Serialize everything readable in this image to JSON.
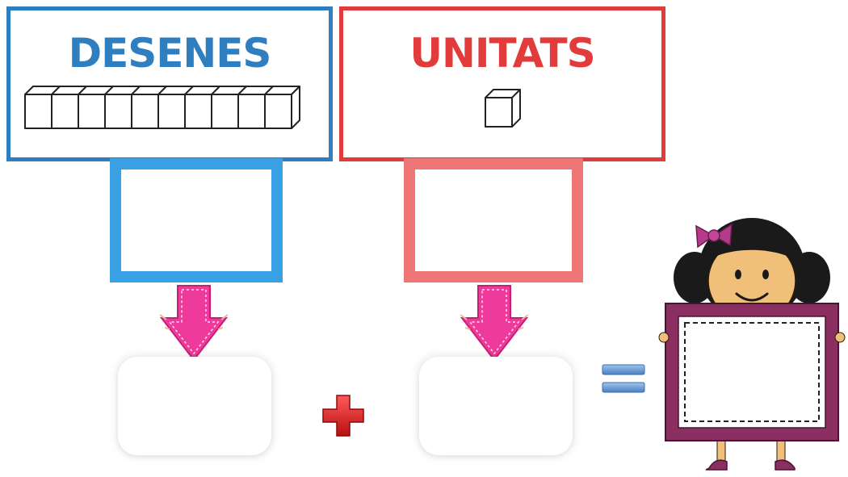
{
  "worksheet": {
    "tens": {
      "title": "DESENES",
      "block_count": 10
    },
    "ones": {
      "title": "UNITATS",
      "block_count": 1
    },
    "operator_plus": "+",
    "operator_equals": "="
  },
  "colors": {
    "tens": "#2f7fc0",
    "tens_light": "#3aa0e4",
    "ones": "#e23b3b",
    "ones_light": "#ef7676",
    "arrow": "#ee3a9a",
    "plus": "#d81e1e",
    "equals": "#5b93cf",
    "frame": "#8b2f63",
    "bow": "#b43a8a",
    "hair": "#1a1a1a",
    "skin": "#f0c07a"
  },
  "icons": {
    "tens_rod": "ten-rod-icon",
    "ones_cube": "unit-cube-icon",
    "arrow": "arrow-down-icon",
    "plus": "plus-icon",
    "equals": "equals-icon",
    "girl": "girl-holding-frame-icon"
  }
}
